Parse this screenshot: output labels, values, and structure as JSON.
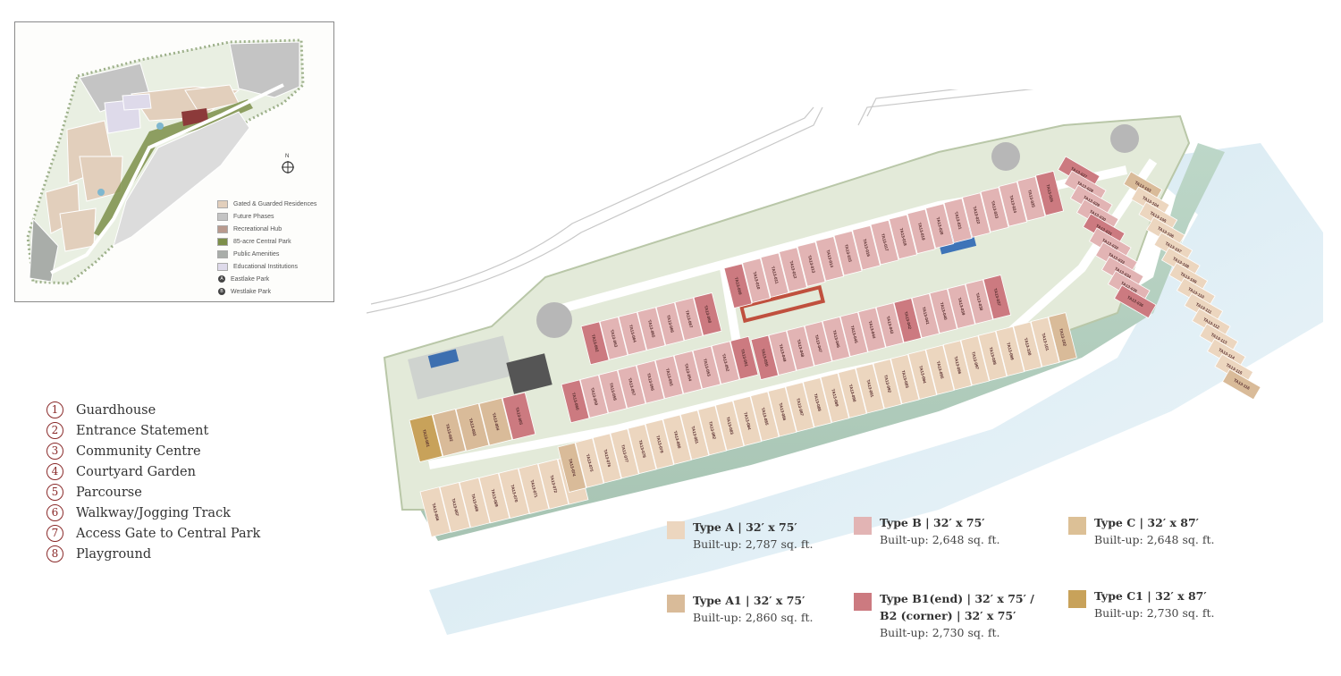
{
  "inset_map": {
    "compass": "N",
    "legend": [
      {
        "label": "Gated & Guarded Residences",
        "color": "#e2cfbc"
      },
      {
        "label": "Future Phases",
        "color": "#c4c4c4"
      },
      {
        "label": "Recreational Hub",
        "color": "#b99a8e"
      },
      {
        "label": "85-acre Central Park",
        "color": "#7d8f4a"
      },
      {
        "label": "Public Amenities",
        "color": "#a9ada9"
      },
      {
        "label": "Educational Institutions",
        "color": "#dedaea"
      },
      {
        "label": "Eastlake Park",
        "marker": "A"
      },
      {
        "label": "Westlake Park",
        "marker": "B"
      }
    ]
  },
  "points_of_interest": [
    {
      "number": "1",
      "label": "Guardhouse"
    },
    {
      "number": "2",
      "label": "Entrance Statement"
    },
    {
      "number": "3",
      "label": "Community Centre"
    },
    {
      "number": "4",
      "label": "Courtyard Garden"
    },
    {
      "number": "5",
      "label": "Parcourse"
    },
    {
      "number": "6",
      "label": "Walkway/Jogging Track"
    },
    {
      "number": "7",
      "label": "Access Gate to Central Park"
    },
    {
      "number": "8",
      "label": "Playground"
    }
  ],
  "unit_types": [
    {
      "name": "Type A | 32′ x 75′",
      "builtup": "Built-up: 2,787 sq. ft.",
      "color": "#ecd6bf"
    },
    {
      "name": "Type B | 32′ x 75′",
      "builtup": "Built-up: 2,648 sq. ft.",
      "color": "#e2b4b4"
    },
    {
      "name": "Type C | 32′ x 87′",
      "builtup": "Built-up: 2,648 sq. ft.",
      "color": "#dcc096"
    },
    {
      "name": "Type A1 | 32′ x 75′",
      "builtup": "Built-up: 2,860 sq. ft.",
      "color": "#d9bb99"
    },
    {
      "name": "Type B1(end) | 32′ x 75′ /",
      "name2": "B2 (corner) | 32′ x 75′",
      "builtup": "Built-up: 2,730 sq. ft.",
      "color": "#cc7a80"
    },
    {
      "name": "Type C1 | 32′ x 87′",
      "builtup": "Built-up: 2,730 sq. ft.",
      "color": "#c8a25a"
    }
  ],
  "lot_prefix": "TA13-",
  "lot_rows": [
    {
      "ids": [
        "001",
        "002",
        "003",
        "004",
        "005"
      ],
      "types": [
        "C1",
        "A1",
        "A1",
        "A1",
        "B1"
      ]
    },
    {
      "ids": [
        "066",
        "067",
        "068",
        "069",
        "070",
        "071",
        "072",
        "073"
      ],
      "types": [
        "A",
        "A",
        "A",
        "A",
        "A",
        "A",
        "A",
        "A"
      ]
    },
    {
      "ids": [
        "074",
        "075",
        "076",
        "077",
        "078",
        "079",
        "080",
        "081",
        "082",
        "083",
        "084",
        "085",
        "086",
        "087",
        "088",
        "089",
        "090",
        "091",
        "092",
        "093",
        "094",
        "095",
        "096",
        "097",
        "098",
        "099",
        "100",
        "101",
        "102"
      ],
      "types": [
        "A1",
        "A",
        "A",
        "A",
        "A",
        "A",
        "A",
        "A",
        "A",
        "A",
        "A",
        "A",
        "A",
        "A",
        "A",
        "A",
        "A",
        "A",
        "A",
        "A",
        "A",
        "A",
        "A",
        "A",
        "A",
        "A",
        "A",
        "A",
        "A1"
      ]
    },
    {
      "ids": [
        "060",
        "059",
        "058",
        "057",
        "056",
        "055",
        "054",
        "053",
        "052",
        "051"
      ],
      "types": [
        "B1",
        "B",
        "B",
        "B",
        "B",
        "B",
        "B",
        "B",
        "B",
        "B1"
      ]
    },
    {
      "ids": [
        "062",
        "063",
        "064",
        "065",
        "066",
        "067",
        "068"
      ],
      "types": [
        "B1",
        "B",
        "B",
        "B",
        "B",
        "B",
        "B1"
      ]
    },
    {
      "ids": [
        "050",
        "049",
        "048",
        "047",
        "046",
        "045",
        "044",
        "043",
        "042",
        "041",
        "040",
        "039",
        "038",
        "037"
      ],
      "types": [
        "B1",
        "B",
        "B",
        "B",
        "B",
        "B",
        "B",
        "B",
        "B1",
        "B",
        "B",
        "B",
        "B",
        "B1"
      ]
    },
    {
      "ids": [
        "009",
        "010",
        "011",
        "012",
        "013",
        "014",
        "015",
        "016",
        "017",
        "018",
        "019",
        "020",
        "021",
        "022",
        "023",
        "024",
        "025",
        "026"
      ],
      "types": [
        "B1",
        "B",
        "B",
        "B",
        "B",
        "B",
        "B",
        "B",
        "B",
        "B",
        "B",
        "B",
        "B",
        "B",
        "B",
        "B",
        "B",
        "B1"
      ]
    },
    {
      "ids": [
        "027",
        "028",
        "029",
        "030",
        "031",
        "032",
        "033",
        "034",
        "035",
        "036"
      ],
      "types": [
        "B1",
        "B",
        "B",
        "B",
        "B1",
        "B",
        "B",
        "B",
        "B",
        "B1"
      ]
    },
    {
      "ids": [
        "103",
        "104",
        "105",
        "106",
        "107",
        "108",
        "109",
        "110",
        "111",
        "112",
        "113",
        "114",
        "115",
        "116"
      ],
      "types": [
        "A1",
        "A",
        "A",
        "A",
        "A",
        "A",
        "A",
        "A",
        "A",
        "A",
        "A",
        "A",
        "A",
        "A1"
      ]
    }
  ]
}
